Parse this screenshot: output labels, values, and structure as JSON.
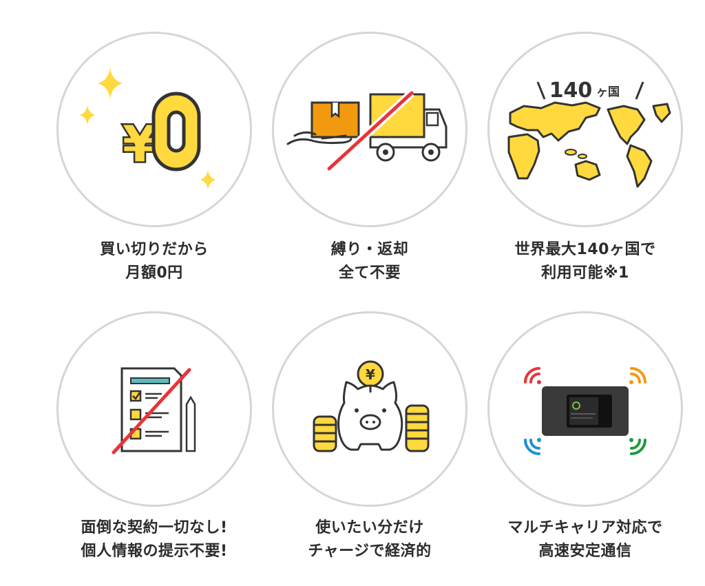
{
  "colors": {
    "circle_border": "#d6d6d6",
    "accent_yellow": "#ffd93d",
    "outline_dark": "#333333",
    "strike_red": "#e8343a",
    "box_orange": "#f29a0f",
    "teal": "#5bbdbf"
  },
  "features": [
    {
      "icon": "yen-zero-icon",
      "icon_text": {
        "yen": "¥",
        "zero": "0"
      },
      "caption": [
        "買い切りだから",
        "月額0円"
      ]
    },
    {
      "icon": "no-delivery-return-icon",
      "caption": [
        "縛り・返却",
        "全て不要"
      ]
    },
    {
      "icon": "world-map-icon",
      "icon_text": {
        "count": "140",
        "unit": "ヶ国"
      },
      "caption": [
        "世界最大140ヶ国で",
        "利用可能※1"
      ]
    },
    {
      "icon": "no-contract-icon",
      "caption": [
        "面倒な契約一切なし!",
        "個人情報の提示不要!"
      ]
    },
    {
      "icon": "piggy-bank-icon",
      "icon_text": {
        "yen": "¥"
      },
      "caption": [
        "使いたい分だけ",
        "チャージで経済的"
      ]
    },
    {
      "icon": "pocket-wifi-multicarrier-icon",
      "caption": [
        "マルチキャリア対応で",
        "高速安定通信"
      ]
    }
  ]
}
